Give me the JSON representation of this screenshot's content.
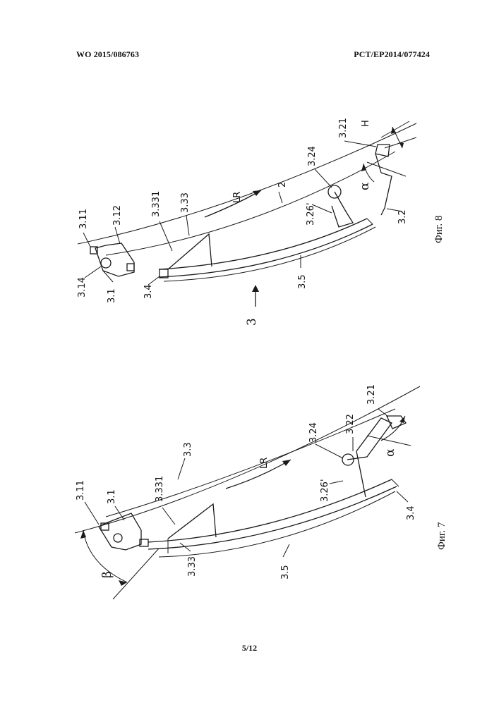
{
  "header": {
    "left": "WO 2015/086763",
    "right": "PCT/EP2014/077424"
  },
  "page_number": "5/12",
  "figure7": {
    "caption": "Фиг. 7",
    "labels": {
      "l_3_11": "3.11",
      "l_3_1": "3.1",
      "l_3_331": "3.331",
      "l_3_3": "3.3",
      "l_LR": "LR",
      "l_3_24": "3.24",
      "l_3_22": "3.22",
      "l_3_21": "3.21",
      "l_3_26p": "3.26'",
      "l_3_4": "3.4",
      "l_3_5": "3.5",
      "l_3_33": "3.33",
      "l_beta": "β",
      "l_alpha": "α"
    }
  },
  "figure8": {
    "caption": "Фиг. 8",
    "labels": {
      "l_3_11": "3.11",
      "l_3_12": "3.12",
      "l_3_14": "3.14",
      "l_3_1": "3.1",
      "l_3_4": "3.4",
      "l_3_331": "3.331",
      "l_3_33": "3.33",
      "l_LR": "LR",
      "l_2": "2",
      "l_3_24": "3.24",
      "l_3_26p": "3.26'",
      "l_3_5": "3.5",
      "l_3_21": "3.21",
      "l_H": "H",
      "l_alpha": "α",
      "l_3_2": "3.2",
      "l_3": "3"
    }
  }
}
